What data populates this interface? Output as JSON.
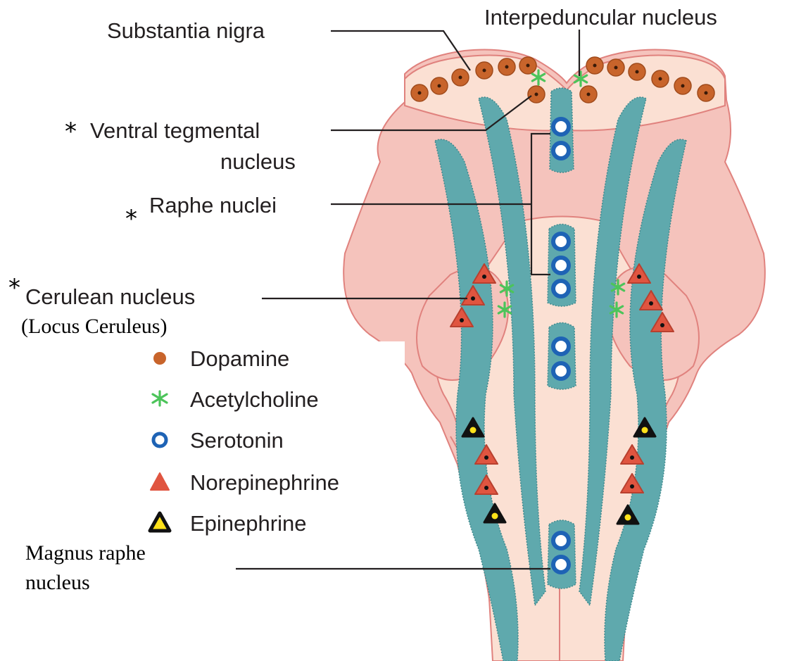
{
  "labels": {
    "substantia_nigra": "Substantia nigra",
    "interpeduncular": "Interpeduncular nucleus",
    "ventral_line1": "Ventral tegmental",
    "ventral_line2": "nucleus",
    "raphe": "Raphe nuclei",
    "cerulean": "Cerulean nucleus",
    "locus": "(Locus Ceruleus)",
    "magnus_line1": "Magnus raphe",
    "magnus_line2": "nucleus",
    "asterisk": "*"
  },
  "legend": [
    {
      "label": "Dopamine",
      "symbol": "dopamine-icon"
    },
    {
      "label": "Acetylcholine",
      "symbol": "acetylcholine-icon"
    },
    {
      "label": "Serotonin",
      "symbol": "serotonin-icon"
    },
    {
      "label": "Norepinephrine",
      "symbol": "norepinephrine-icon"
    },
    {
      "label": "Epinephrine",
      "symbol": "epinephrine-icon"
    }
  ],
  "colors": {
    "outer_tissue": "#f5c3bc",
    "inner_tissue": "#fbe0d3",
    "outline": "#e0827e",
    "tract": "#5fa9ad",
    "dopamine": "#c8642b",
    "acetylcholine": "#4cc45a",
    "serotonin": "#1e63b5",
    "norepinephrine": "#e05540",
    "epinephrine": "#ffe21a"
  }
}
